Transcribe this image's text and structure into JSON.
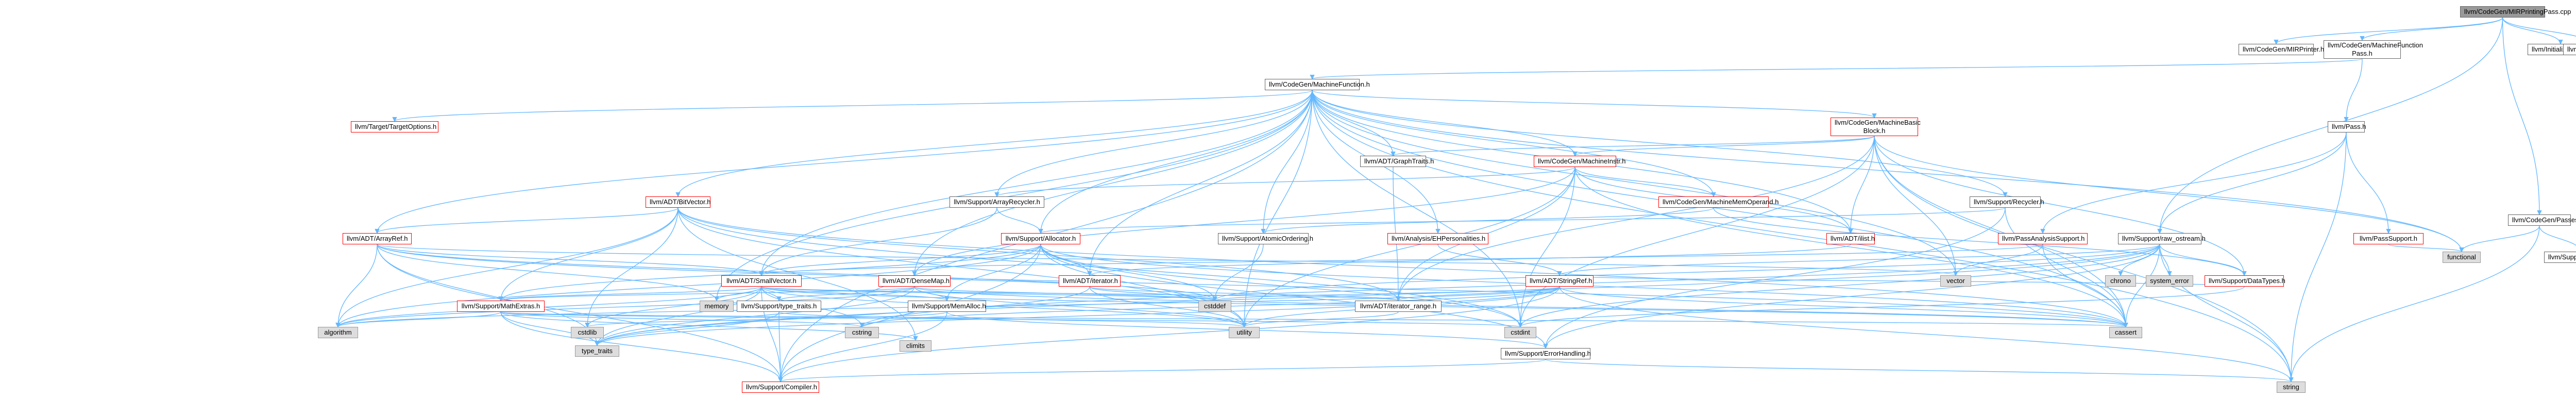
{
  "nodes": {
    "root": "llvm/CodeGen/MIRPrintingPass.cpp",
    "mirprinter": "llvm/CodeGen/MIRPrinter.h",
    "mfpass": "llvm/CodeGen/MachineFunction\nPass.h",
    "initpasses": "llvm/InitializePasses.h",
    "debug": "llvm/Support/Debug.h",
    "mf": "llvm/CodeGen/MachineFunction.h",
    "pass": "llvm/Pass.h",
    "cgpasses": "llvm/CodeGen/Passes.h",
    "targetopts": "llvm/Target/TargetOptions.h",
    "mbb": "llvm/CodeGen/MachineBasic\nBlock.h",
    "graphtraits": "llvm/ADT/GraphTraits.h",
    "machineinstr": "llvm/CodeGen/MachineInstr.h",
    "arrayrecycler": "llvm/Support/ArrayRecycler.h",
    "recycler": "llvm/Support/Recycler.h",
    "bitvector": "llvm/ADT/BitVector.h",
    "memoperand": "llvm/CodeGen/MachineMemOperand.h",
    "ehpers": "llvm/Analysis/EHPersonalities.h",
    "atomicorder": "llvm/Support/AtomicOrdering.h",
    "ilist": "llvm/ADT/ilist.h",
    "arrayref": "llvm/ADT/ArrayRef.h",
    "allocator": "llvm/Support/Allocator.h",
    "passanalysis": "llvm/PassAnalysisSupport.h",
    "rawostream": "llvm/Support/raw_ostream.h",
    "passsupport": "llvm/PassSupport.h",
    "supcodegen": "llvm/Support/CodeGen.h",
    "functional": "functional",
    "smallvector": "llvm/ADT/SmallVector.h",
    "densemap": "llvm/ADT/DenseMap.h",
    "iterator": "llvm/ADT/iterator.h",
    "stringref": "llvm/ADT/StringRef.h",
    "vector": "vector",
    "chrono": "chrono",
    "system_error": "system_error",
    "datatypes": "llvm/Support/DataTypes.h",
    "memory": "memory",
    "mathextras": "llvm/Support/MathExtras.h",
    "typetraitsh": "llvm/Support/type_traits.h",
    "memalloc": "llvm/Support/MemAlloc.h",
    "cstddef": "cstddef",
    "iterrange": "llvm/ADT/iterator_range.h",
    "cstdlib": "cstdlib",
    "algorithm": "algorithm",
    "type_traits": "type_traits",
    "cstring": "cstring",
    "utility": "utility",
    "errhandling": "llvm/Support/ErrorHandling.h",
    "cstdint": "cstdint",
    "cassert": "cassert",
    "compiler": "llvm/Support/Compiler.h",
    "string": "string",
    "climits": "climits"
  },
  "colors": {
    "edge": "#63b8ff",
    "border": "#666666",
    "red_border": "#ff0000",
    "root_fill": "#999999",
    "std_fill": "#dddddd"
  }
}
